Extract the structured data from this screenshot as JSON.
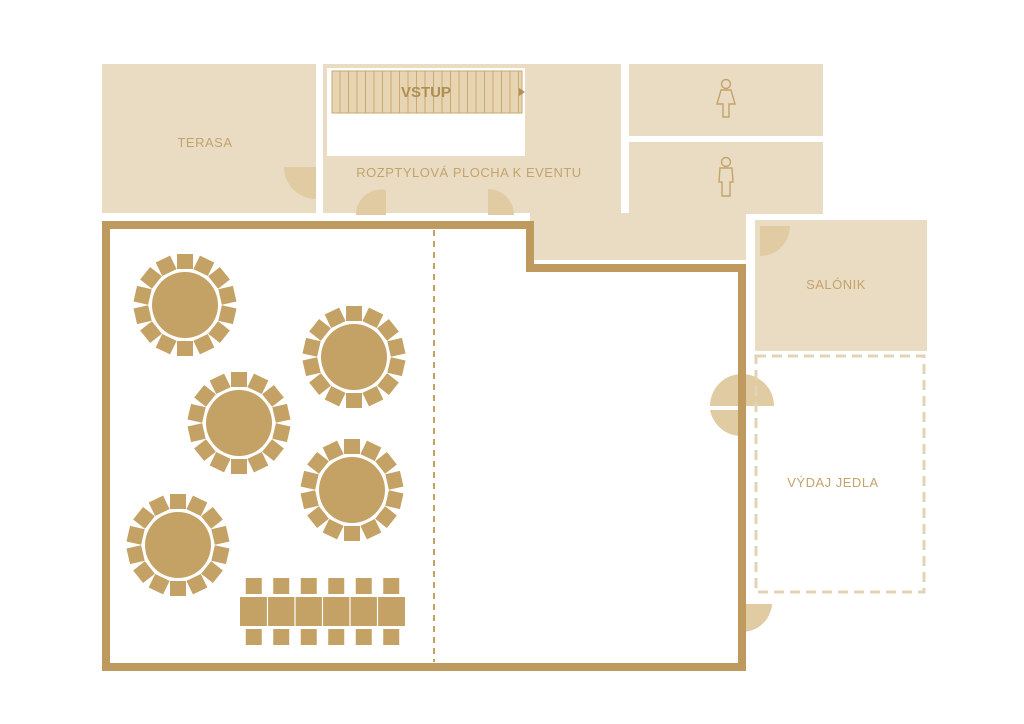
{
  "rooms": {
    "terasa": "TERASA",
    "vstup": "VSTUP",
    "lobby": "ROZPTYLOVÁ PLOCHA K EVENTU",
    "salonik": "SALÓNIK",
    "vydaj": "VÝDAJ JEDLA"
  },
  "colors": {
    "room_fill": "#eadcc3",
    "wall": "#bf9a5e",
    "furniture": "#c4a164",
    "label": "#c3a36b",
    "door": "#e0cba3"
  },
  "icons": {
    "restroom_women": "female-figure-icon",
    "restroom_men": "male-figure-icon"
  },
  "furniture": {
    "round_tables": 5,
    "chairs_per_round_table": 14,
    "banquet_table_chairs_per_side": 6
  }
}
